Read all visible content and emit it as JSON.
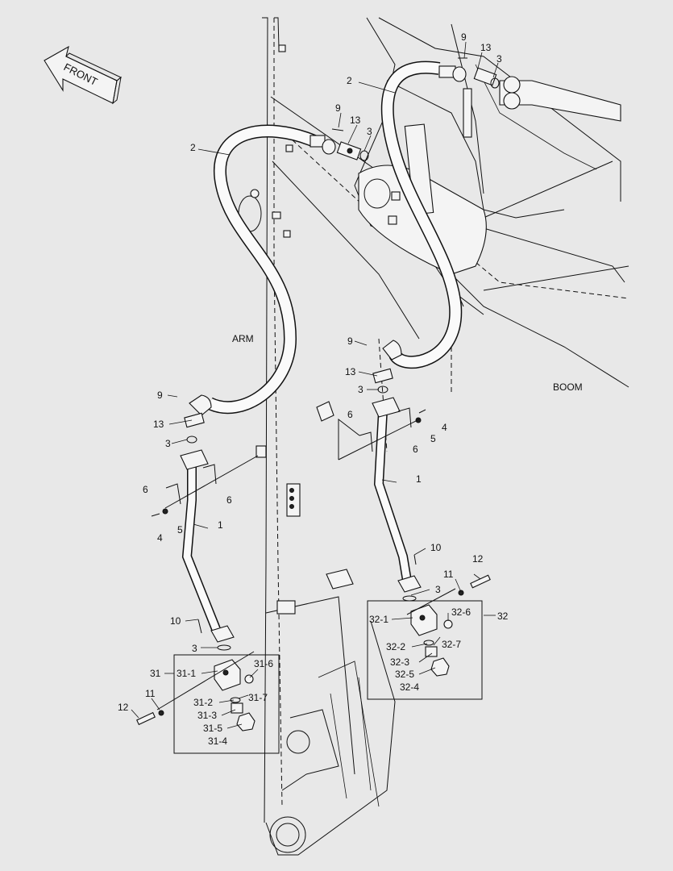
{
  "labels": {
    "front": "FRONT",
    "arm": "ARM",
    "boom": "BOOM",
    "callouts": [
      {
        "id": "c-9a",
        "text": "9"
      },
      {
        "id": "c-13a",
        "text": "13"
      },
      {
        "id": "c-3a",
        "text": "3"
      },
      {
        "id": "c-2a",
        "text": "2"
      },
      {
        "id": "c-9b",
        "text": "9"
      },
      {
        "id": "c-13b",
        "text": "13"
      },
      {
        "id": "c-3b",
        "text": "3"
      },
      {
        "id": "c-2b",
        "text": "2"
      },
      {
        "id": "c-9c",
        "text": "9"
      },
      {
        "id": "c-13c",
        "text": "13"
      },
      {
        "id": "c-3c",
        "text": "3"
      },
      {
        "id": "c-6a",
        "text": "6"
      },
      {
        "id": "c-6b",
        "text": "6"
      },
      {
        "id": "c-4a",
        "text": "4"
      },
      {
        "id": "c-5a",
        "text": "5"
      },
      {
        "id": "c-1a",
        "text": "1"
      },
      {
        "id": "c-9d",
        "text": "9"
      },
      {
        "id": "c-13d",
        "text": "13"
      },
      {
        "id": "c-3d",
        "text": "3"
      },
      {
        "id": "c-6c",
        "text": "6"
      },
      {
        "id": "c-6d",
        "text": "6"
      },
      {
        "id": "c-4b",
        "text": "4"
      },
      {
        "id": "c-5b",
        "text": "5"
      },
      {
        "id": "c-1b",
        "text": "1"
      },
      {
        "id": "c-10a",
        "text": "10"
      },
      {
        "id": "c-3e",
        "text": "3"
      },
      {
        "id": "c-10b",
        "text": "10"
      },
      {
        "id": "c-12a",
        "text": "12"
      },
      {
        "id": "c-11a",
        "text": "11"
      },
      {
        "id": "c-3f",
        "text": "3"
      },
      {
        "id": "c-32",
        "text": "32"
      },
      {
        "id": "c-32-1",
        "text": "32-1"
      },
      {
        "id": "c-32-6",
        "text": "32-6"
      },
      {
        "id": "c-32-2",
        "text": "32-2"
      },
      {
        "id": "c-32-7",
        "text": "32-7"
      },
      {
        "id": "c-32-3",
        "text": "32-3"
      },
      {
        "id": "c-32-5",
        "text": "32-5"
      },
      {
        "id": "c-32-4",
        "text": "32-4"
      },
      {
        "id": "c-31",
        "text": "31"
      },
      {
        "id": "c-31-1",
        "text": "31-1"
      },
      {
        "id": "c-31-6",
        "text": "31-6"
      },
      {
        "id": "c-31-2",
        "text": "31-2"
      },
      {
        "id": "c-31-7",
        "text": "31-7"
      },
      {
        "id": "c-31-3",
        "text": "31-3"
      },
      {
        "id": "c-31-5",
        "text": "31-5"
      },
      {
        "id": "c-31-4",
        "text": "31-4"
      },
      {
        "id": "c-12b",
        "text": "12"
      },
      {
        "id": "c-11b",
        "text": "11"
      }
    ]
  }
}
